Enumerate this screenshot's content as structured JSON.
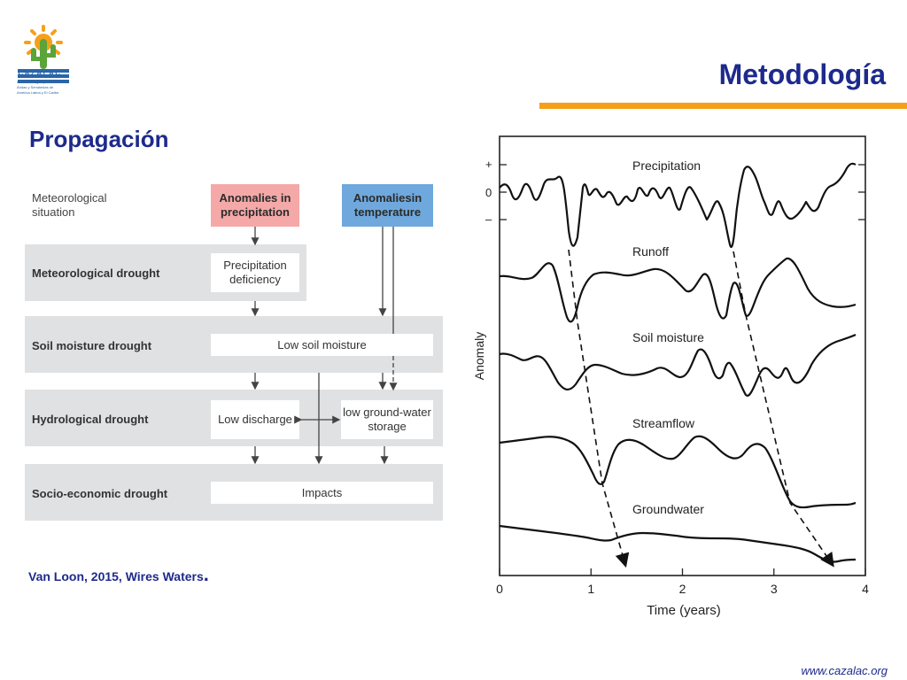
{
  "logo": {
    "name": "CAZALAC",
    "subtitle": "Centro del Agua para Zonas Áridas y Semiáridas de América Latina y El Caribe",
    "colors": {
      "sun": "#f5a01a",
      "cactus": "#5aa43a",
      "stripes": "#2a66a8"
    }
  },
  "title": "Metodología",
  "section": "Propagación",
  "diagram": {
    "situation_label": "Meteorological situation",
    "anomaly_precip": "Anomalies in precipitation",
    "anomaly_temp": "Anomaliesin temperature",
    "rows": [
      {
        "label": "Meteorological drought"
      },
      {
        "label": "Soil moisture drought"
      },
      {
        "label": "Hydrological drought"
      },
      {
        "label": "Socio-economic drought"
      }
    ],
    "precip_deficiency": "Precipitation deficiency",
    "low_soil_moisture": "Low soil moisture",
    "low_discharge": "Low discharge",
    "low_groundwater": "low ground-water storage",
    "impacts": "Impacts",
    "colors": {
      "band": "#e0e1e3",
      "precip_box": "#f4a9a8",
      "temp_box": "#6fa8dc"
    }
  },
  "citation": "Van Loon, 2015, Wires Waters",
  "citation_period": ".",
  "chart_data": {
    "type": "line",
    "xlabel": "Time (years)",
    "ylabel": "Anomaly",
    "xlim": [
      0,
      4
    ],
    "x_ticks": [
      "0",
      "1",
      "2",
      "3",
      "4"
    ],
    "y_axis_markers": [
      "+",
      "0",
      "–"
    ],
    "series": [
      {
        "name": "Precipitation"
      },
      {
        "name": "Runoff"
      },
      {
        "name": "Soil moisture"
      },
      {
        "name": "Streamflow"
      },
      {
        "name": "Groundwater"
      }
    ],
    "annotations": [
      "dashed arrows trace propagation of two drought events from Precipitation to Groundwater"
    ]
  },
  "website": "www.cazalac.org"
}
